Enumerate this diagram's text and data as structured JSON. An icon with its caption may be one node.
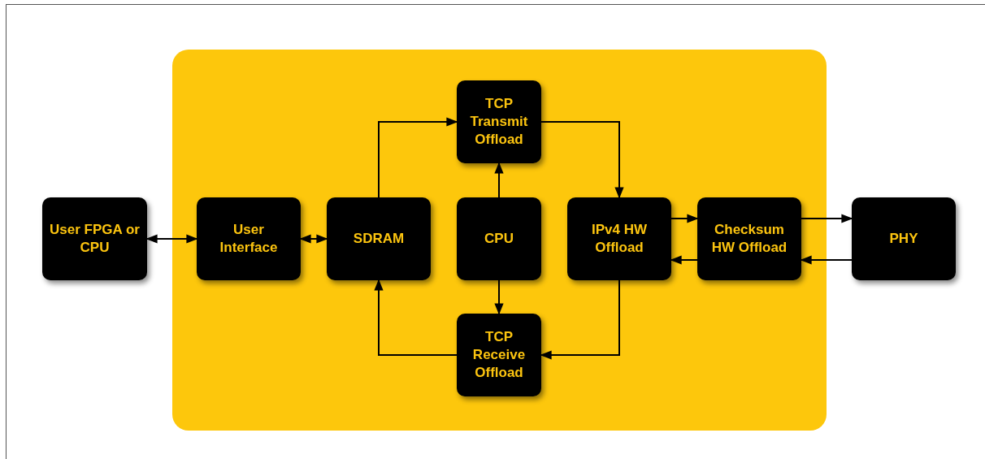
{
  "diagram": {
    "nodes": [
      {
        "text": [],
        "shape": "box"
      },
      {
        "text": [
          "User FPGA or CPU"
        ]
      },
      {
        "text": [
          "User Interface"
        ],
        "in": 0
      },
      {
        "text": [
          "SDRAM"
        ],
        "in": 0
      },
      {
        "text": [
          "TCP Transmit Offload"
        ],
        "in": 0
      },
      {
        "text": [
          "CPU"
        ],
        "in": 0
      },
      {
        "text": [
          "TCP Receive Offload"
        ],
        "in": 0
      },
      {
        "text": [
          "IPv4 HW Offload"
        ],
        "in": 0
      },
      {
        "text": [
          "Checksum HW Offload"
        ],
        "in": 0
      },
      {
        "text": [
          "PHY"
        ]
      }
    ],
    "edges": [
      {
        "from": 1,
        "to": 2,
        "arrow": "both"
      },
      {
        "from": 2,
        "to": 3,
        "arrow": "both"
      },
      {
        "from": 3,
        "to": 4,
        "arrow": "to"
      },
      {
        "from": 5,
        "to": 4,
        "arrow": "to"
      },
      {
        "from": 5,
        "to": 6,
        "arrow": "to"
      },
      {
        "from": 4,
        "to": 7,
        "arrow": "to"
      },
      {
        "from": 7,
        "to": 6,
        "arrow": "to"
      },
      {
        "from": 6,
        "to": 3,
        "arrow": "to"
      },
      {
        "from": 7,
        "to": 8,
        "arrow": "to"
      },
      {
        "from": 8,
        "to": 7,
        "arrow": "to"
      },
      {
        "from": 8,
        "to": 9,
        "arrow": "to"
      },
      {
        "from": 9,
        "to": 8,
        "arrow": "to"
      }
    ]
  }
}
